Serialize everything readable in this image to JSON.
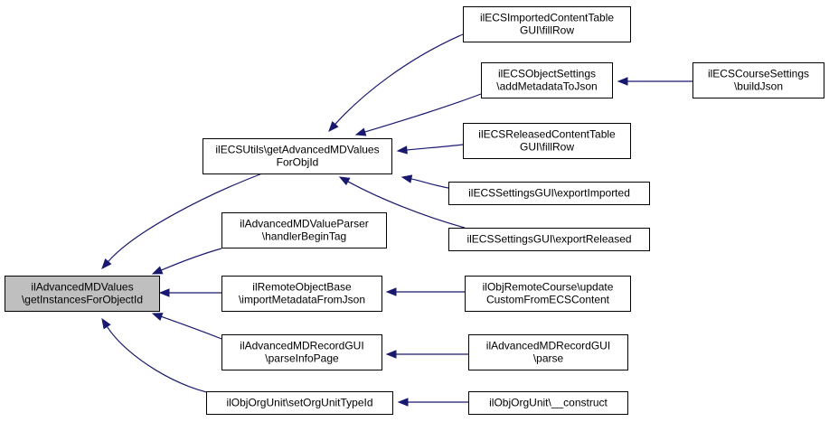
{
  "diagram": {
    "colors": {
      "edge": "#191970",
      "node_fill": "#ffffff",
      "root_fill": "#bfbfbf",
      "border": "#000000"
    },
    "nodes": [
      {
        "id": "root",
        "lines": [
          "ilAdvancedMDValues",
          "\\getInstancesForObjectId"
        ],
        "highlight": true
      },
      {
        "id": "ecsutils",
        "lines": [
          "ilECSUtils\\getAdvancedMDValues",
          "ForObjId"
        ]
      },
      {
        "id": "mdvalueparser",
        "lines": [
          "ilAdvancedMDValueParser",
          "\\handlerBeginTag"
        ]
      },
      {
        "id": "remoteobjectbase",
        "lines": [
          "ilRemoteObjectBase",
          "\\importMetadataFromJson"
        ]
      },
      {
        "id": "mdrecordgui_parseinfo",
        "lines": [
          "ilAdvancedMDRecordGUI",
          "\\parseInfoPage"
        ]
      },
      {
        "id": "objorgunit_settype",
        "lines": [
          "ilObjOrgUnit\\setOrgUnitTypeId"
        ]
      },
      {
        "id": "ecsimported_fillrow",
        "lines": [
          "ilECSImportedContentTable",
          "GUI\\fillRow"
        ]
      },
      {
        "id": "ecsobjectsettings",
        "lines": [
          "ilECSObjectSettings",
          "\\addMetadataToJson"
        ]
      },
      {
        "id": "ecsreleased_fillrow",
        "lines": [
          "ilECSReleasedContentTable",
          "GUI\\fillRow"
        ]
      },
      {
        "id": "ecssettings_exportimported",
        "lines": [
          "ilECSSettingsGUI\\exportImported"
        ]
      },
      {
        "id": "ecssettings_exportreleased",
        "lines": [
          "ilECSSettingsGUI\\exportReleased"
        ]
      },
      {
        "id": "objremotecourse",
        "lines": [
          "ilObjRemoteCourse\\update",
          "CustomFromECSContent"
        ]
      },
      {
        "id": "mdrecordgui_parse",
        "lines": [
          "ilAdvancedMDRecordGUI",
          "\\parse"
        ]
      },
      {
        "id": "objorgunit_construct",
        "lines": [
          "ilObjOrgUnit\\__construct"
        ]
      },
      {
        "id": "ecscoursesettings",
        "lines": [
          "ilECSCourseSettings",
          "\\buildJson"
        ]
      }
    ],
    "edges": [
      {
        "from": "ecsutils",
        "to": "root"
      },
      {
        "from": "mdvalueparser",
        "to": "root"
      },
      {
        "from": "remoteobjectbase",
        "to": "root"
      },
      {
        "from": "mdrecordgui_parseinfo",
        "to": "root"
      },
      {
        "from": "objorgunit_settype",
        "to": "root"
      },
      {
        "from": "ecsimported_fillrow",
        "to": "ecsutils"
      },
      {
        "from": "ecsobjectsettings",
        "to": "ecsutils"
      },
      {
        "from": "ecsreleased_fillrow",
        "to": "ecsutils"
      },
      {
        "from": "ecssettings_exportimported",
        "to": "ecsutils"
      },
      {
        "from": "ecssettings_exportreleased",
        "to": "ecsutils"
      },
      {
        "from": "ecscoursesettings",
        "to": "ecsobjectsettings"
      },
      {
        "from": "objremotecourse",
        "to": "remoteobjectbase"
      },
      {
        "from": "mdrecordgui_parse",
        "to": "mdrecordgui_parseinfo"
      },
      {
        "from": "objorgunit_construct",
        "to": "objorgunit_settype"
      }
    ]
  }
}
